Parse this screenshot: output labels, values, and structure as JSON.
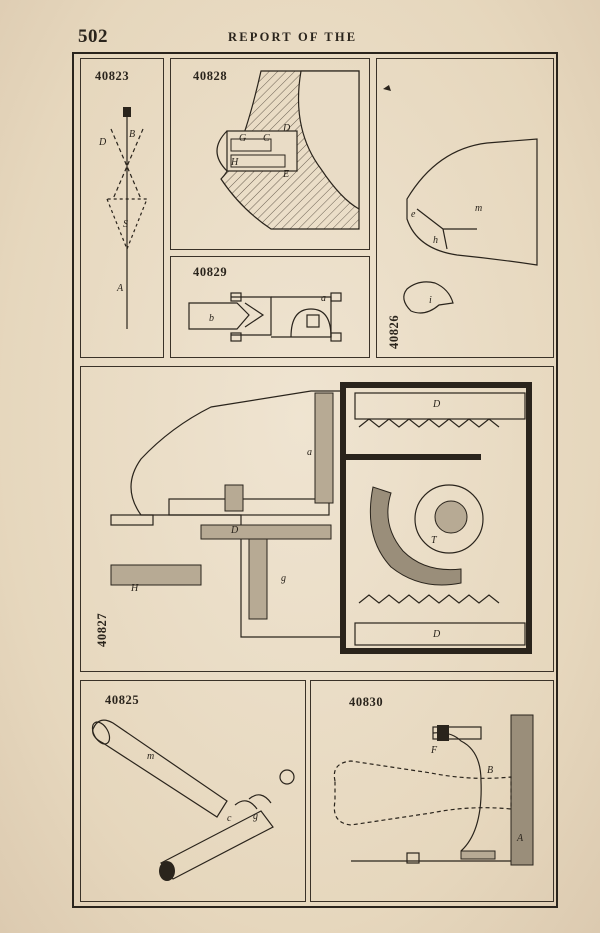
{
  "header": {
    "page_number": "502",
    "running_title": "REPORT OF THE"
  },
  "figures": {
    "f40823": {
      "number": "40823",
      "labels": [
        "D",
        "B",
        "S",
        "A"
      ]
    },
    "f40828": {
      "number": "40828",
      "labels": [
        "G",
        "C",
        "D",
        "H",
        "E"
      ]
    },
    "f40829": {
      "number": "40829",
      "labels": [
        "b",
        "a"
      ]
    },
    "f40826": {
      "number": "40826",
      "labels": [
        "e",
        "h",
        "m",
        "i"
      ]
    },
    "f40827": {
      "number": "40827",
      "labels": [
        "D",
        "a",
        "D",
        "T",
        "H",
        "g",
        "D"
      ]
    },
    "f40825": {
      "number": "40825",
      "labels": [
        "m",
        "c",
        "g"
      ]
    },
    "f40830": {
      "number": "40830",
      "labels": [
        "F",
        "B",
        "A"
      ]
    }
  }
}
